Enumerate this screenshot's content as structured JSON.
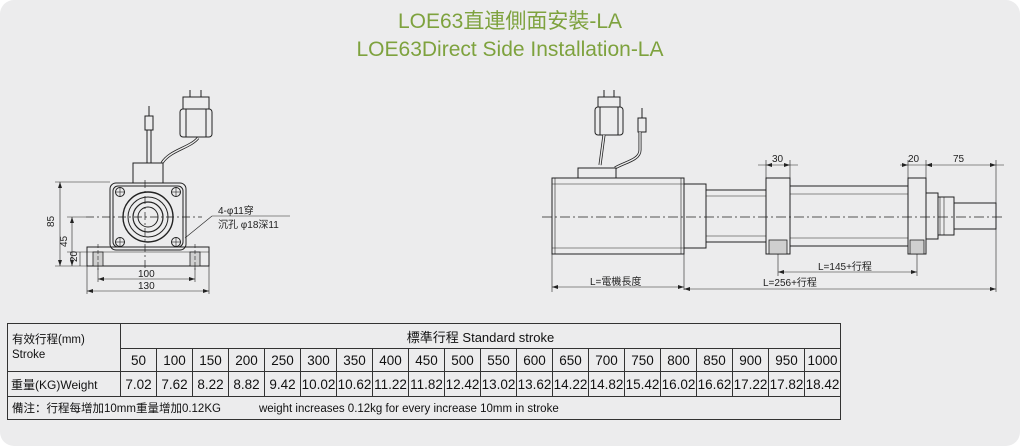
{
  "title": {
    "line1": "LOE63直連側面安裝-LA",
    "line2": "LOE63Direct  Side Installation-LA"
  },
  "drawing": {
    "front_view": {
      "dim_85": "85",
      "dim_45": "45",
      "dim_20": "20",
      "dim_100": "100",
      "dim_130": "130",
      "hole_note_1": "4-φ11穿",
      "hole_note_2": "沉孔 φ18深11"
    },
    "side_view": {
      "dim_30": "30",
      "dim_20": "20",
      "dim_75": "75",
      "dim_l145": "L=145+行程",
      "dim_motor_length": "L=電機長度",
      "dim_l256": "L=256+行程"
    }
  },
  "table": {
    "header_label_line1": "有效行程(mm)",
    "header_label_line2": "Stroke",
    "standard_stroke_label": "標準行程   Standard stroke",
    "strokes": [
      "50",
      "100",
      "150",
      "200",
      "250",
      "300",
      "350",
      "400",
      "450",
      "500",
      "550",
      "600",
      "650",
      "700",
      "750",
      "800",
      "850",
      "900",
      "950",
      "1000"
    ],
    "weight_label": "重量(KG)Weight",
    "weights": [
      "7.02",
      "7.62",
      "8.22",
      "8.82",
      "9.42",
      "10.02",
      "10.62",
      "11.22",
      "11.82",
      "12.42",
      "13.02",
      "13.62",
      "14.22",
      "14.82",
      "15.42",
      "16.02",
      "16.62",
      "17.22",
      "17.82",
      "18.42"
    ],
    "note_cn": "備注：行程每增加10mm重量增加0.12KG",
    "note_en": "weight increases 0.12kg for every increase 10mm in stroke"
  }
}
